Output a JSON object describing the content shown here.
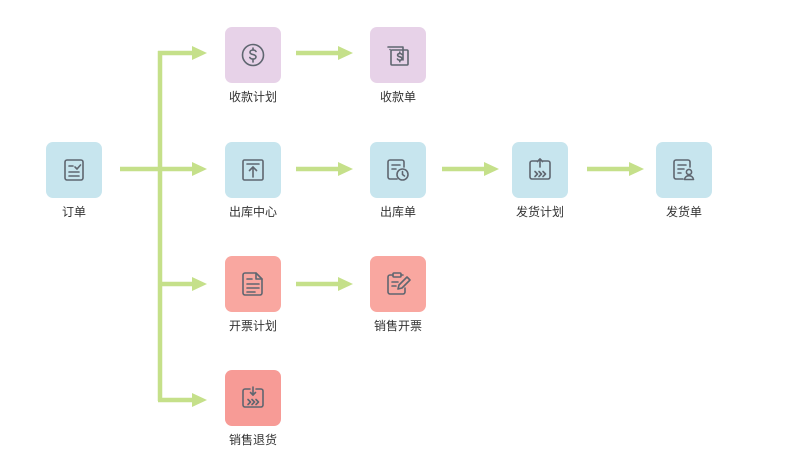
{
  "colors": {
    "connector": "#c5e08a",
    "tile_purple": "#e7d2e8",
    "tile_blue": "#c7e5ee",
    "tile_red": "#f9a7a0",
    "icon_stroke": "#5f6670"
  },
  "nodes": {
    "order": {
      "label": "订单",
      "icon": "order-checklist-icon"
    },
    "receipt_plan": {
      "label": "收款计划",
      "icon": "dollar-coin-icon"
    },
    "receipt_doc": {
      "label": "收款单",
      "icon": "stacked-cash-icon"
    },
    "outbound_center": {
      "label": "出库中心",
      "icon": "upload-box-icon"
    },
    "outbound_doc": {
      "label": "出库单",
      "icon": "document-clock-icon"
    },
    "shipping_plan": {
      "label": "发货计划",
      "icon": "shipping-plan-icon"
    },
    "shipping_doc": {
      "label": "发货单",
      "icon": "document-person-icon"
    },
    "invoice_plan": {
      "label": "开票计划",
      "icon": "invoice-document-icon"
    },
    "sales_invoice": {
      "label": "销售开票",
      "icon": "clipboard-edit-icon"
    },
    "sales_return": {
      "label": "销售退货",
      "icon": "return-box-icon"
    }
  }
}
